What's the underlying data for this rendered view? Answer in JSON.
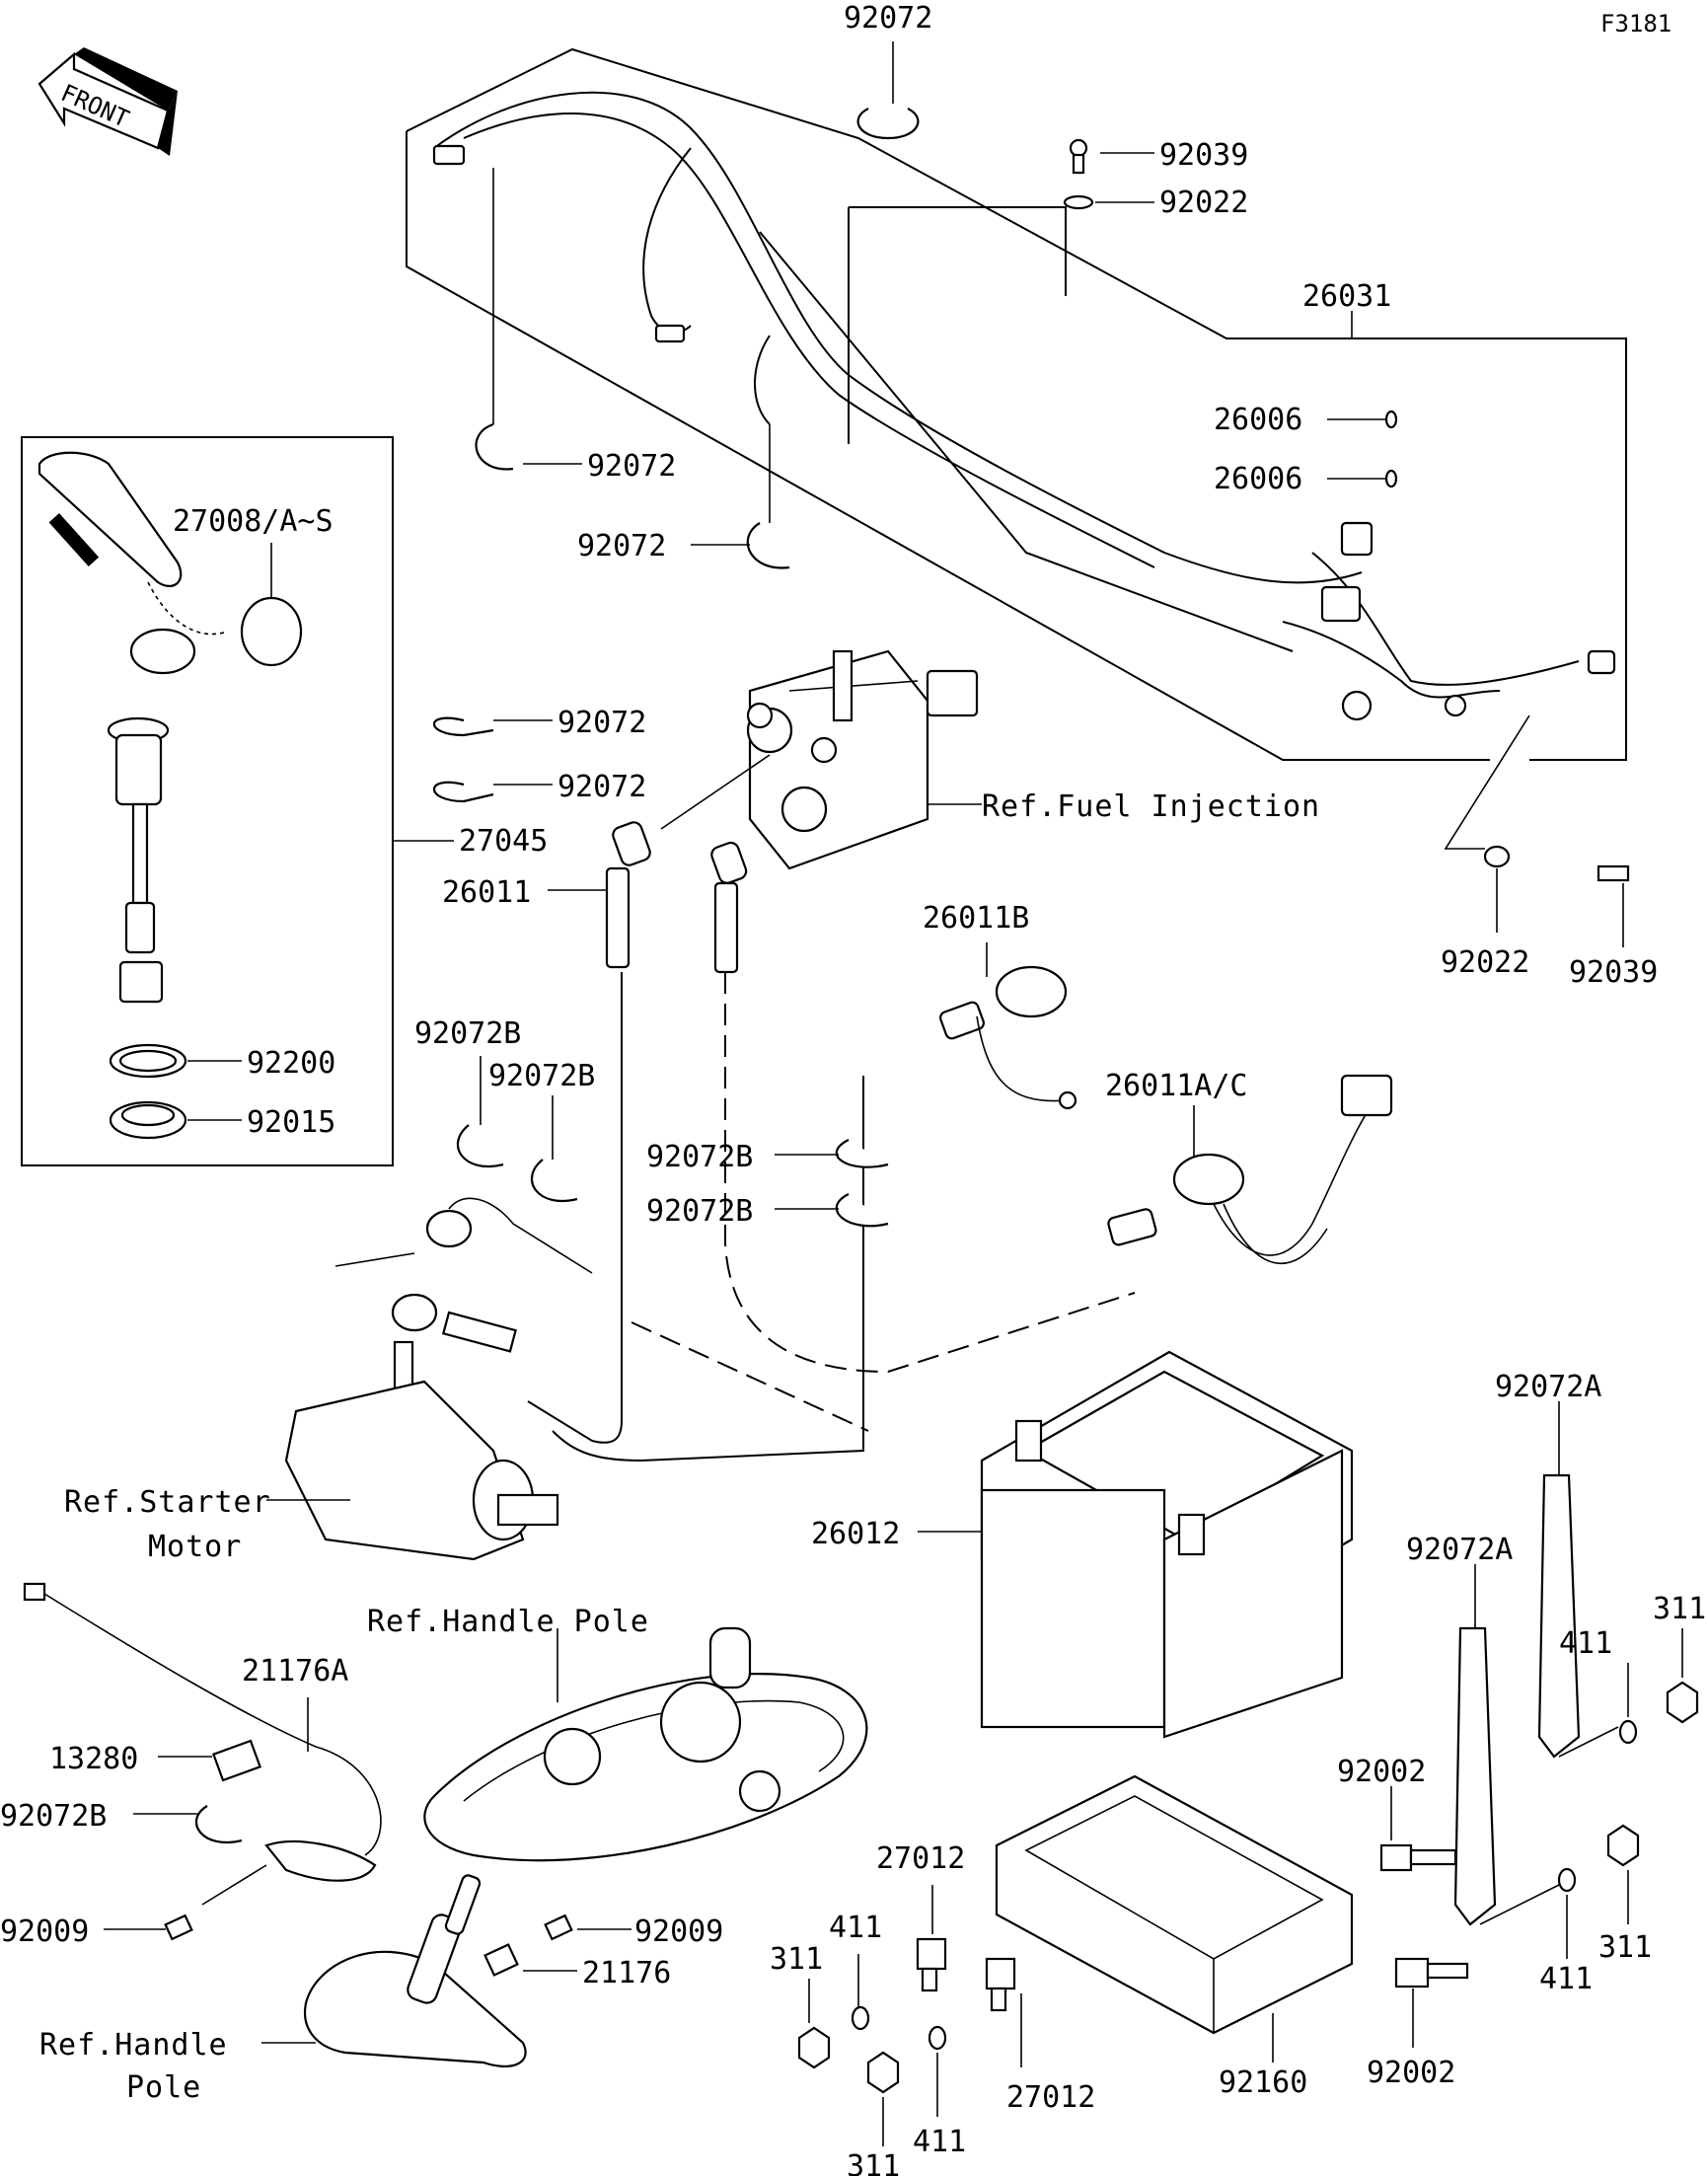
{
  "figure_id": "F3181",
  "front_label": "FRONT",
  "labels": {
    "p92072_top": "92072",
    "p92039_top": "92039",
    "p92022_top": "92022",
    "p26031": "26031",
    "p26006_a": "26006",
    "p26006_b": "26006",
    "p92072_a": "92072",
    "p92072_b": "92072",
    "p27008": "27008/A~S",
    "p92072_c": "92072",
    "p92072_d": "92072",
    "p27045": "27045",
    "p26011": "26011",
    "ref_fuel": "Ref.Fuel Injection",
    "p92022_r": "92022",
    "p92039_r": "92039",
    "p26011B": "26011B",
    "p92200": "92200",
    "p92015": "92015",
    "p92072B_a": "92072B",
    "p92072B_b": "92072B",
    "p92072B_c": "92072B",
    "p92072B_d": "92072B",
    "p26011AC": "26011A/C",
    "p92072A_a": "92072A",
    "p92072A_b": "92072A",
    "p26012": "26012",
    "ref_starter_1": "Ref.Starter",
    "ref_starter_2": "Motor",
    "ref_handle_1": "Ref.Handle Pole",
    "p21176A": "21176A",
    "p13280": "13280",
    "p92072B_e": "92072B",
    "p92009_a": "92009",
    "p92009_b": "92009",
    "p21176": "21176",
    "ref_handle_2a": "Ref.Handle",
    "ref_handle_2b": "Pole",
    "p27012_a": "27012",
    "p27012_b": "27012",
    "p311_a": "311",
    "p311_b": "311",
    "p311_c": "311",
    "p311_d": "311",
    "p411_a": "411",
    "p411_b": "411",
    "p411_c": "411",
    "p411_d": "411",
    "p92002_a": "92002",
    "p92002_b": "92002",
    "p92160": "92160"
  }
}
